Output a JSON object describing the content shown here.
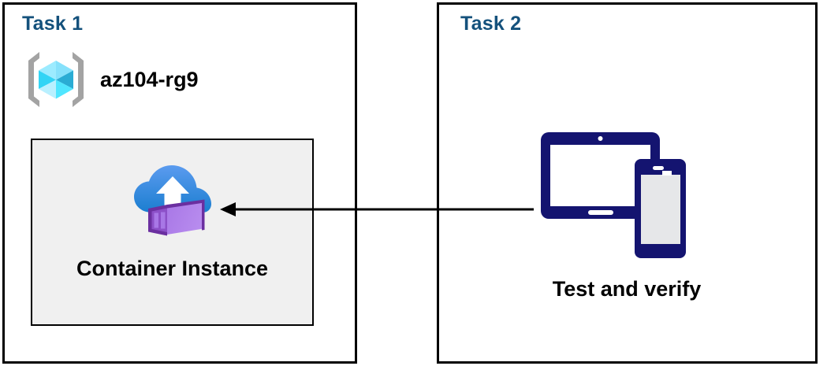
{
  "diagram": {
    "title": "Azure Container Instance task diagram",
    "colors": {
      "panel_border": "#000000",
      "task_heading": "#14517c",
      "box_fill": "#f0f0f0",
      "arrow": "#000000",
      "device_navy": "#141470",
      "cloud_blue_light": "#5b9bef",
      "cloud_blue_dark": "#1f7fd0",
      "container_purple_light": "#b37ae8",
      "container_purple_dark": "#6b2fa0",
      "rg_cube_cyan": "#50e6ff",
      "rg_bracket_gray": "#a3a3a3"
    }
  },
  "panels": [
    {
      "id": "task1",
      "title": "Task 1",
      "resource_group": {
        "icon": "azure-resource-group-icon",
        "label": "az104-rg9"
      },
      "box": {
        "icon": "azure-container-instance-icon",
        "label": "Container Instance"
      }
    },
    {
      "id": "task2",
      "title": "Task 2",
      "item": {
        "icon": "devices-tablet-phone-icon",
        "label": "Test and verify"
      }
    }
  ],
  "connector": {
    "name": "arrow-task2-to-container-instance",
    "direction": "right-to-left",
    "label": ""
  }
}
